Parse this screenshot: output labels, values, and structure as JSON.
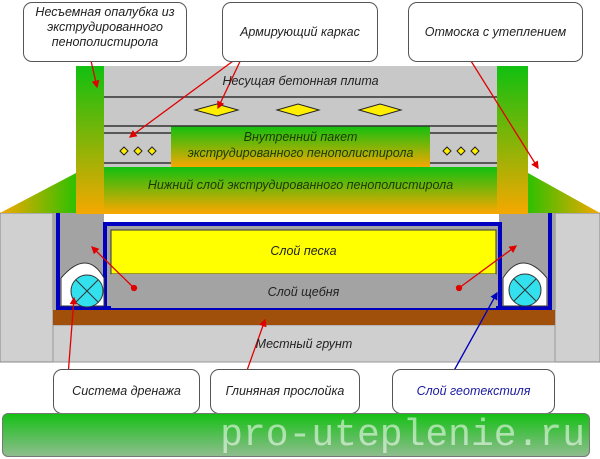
{
  "callouts": {
    "formwork": "Несъемная опалубка из экструдированного пенополистирола",
    "reinforcement": "Армирующий каркас",
    "blind_area": "Отмоска с утеплением",
    "drainage": "Система дренажа",
    "clay": "Глиняная прослойка",
    "geotextile": "Слой геотекстиля"
  },
  "layers": {
    "slab": "Несущая бетонная плита",
    "inner_pack_1": "Внутренний пакет",
    "inner_pack_2": "экструдированного пенополистирола",
    "lower_layer": "Нижний слой экструдированного пенополистирола",
    "sand": "Слой песка",
    "gravel": "Слой щебня",
    "soil": "Местный грунт"
  },
  "watermark": "pro-uteplenie.ru",
  "colors": {
    "arrow": "#e00000",
    "geotextile": "#0000c0",
    "sand": "#ffff00",
    "clay": "#a0500a"
  }
}
